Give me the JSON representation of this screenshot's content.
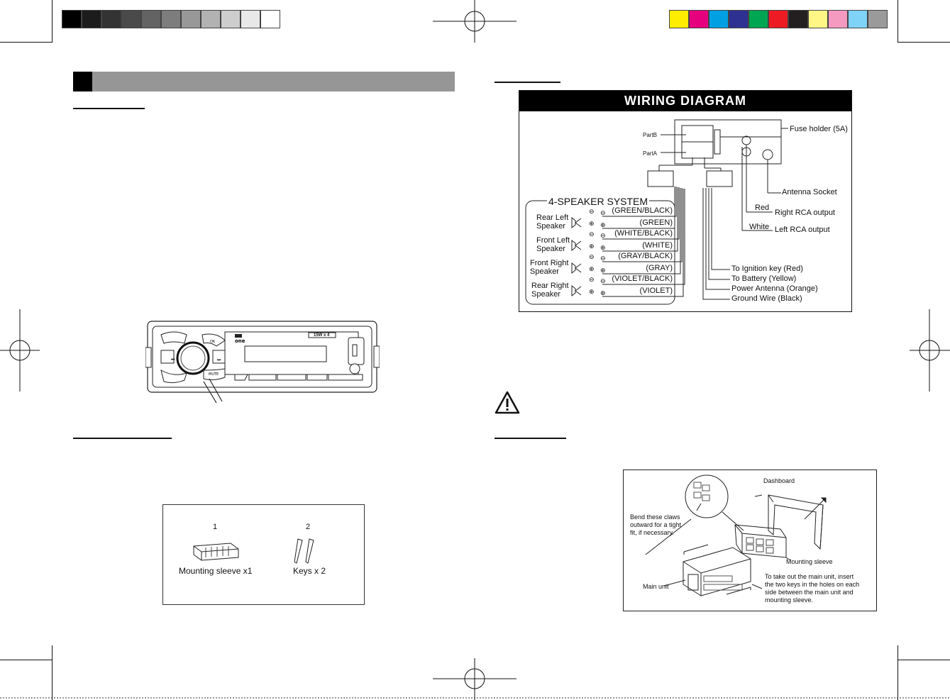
{
  "colors": {
    "gray_scale": [
      "#000000",
      "#1c1c1c",
      "#333333",
      "#4a4a4a",
      "#636363",
      "#7d7d7d",
      "#989898",
      "#b2b2b2",
      "#cdcdcd",
      "#e8e8e8",
      "#ffffff"
    ],
    "color_bar": [
      "#ffed00",
      "#e6007e",
      "#00a0e3",
      "#2e3192",
      "#00a651",
      "#ed1c24",
      "#231f20",
      "#fff685",
      "#f49ac1",
      "#7fd3f7",
      "#9a9a9a"
    ],
    "section_bar": "#969696"
  },
  "wiring": {
    "title": "WIRING DIAGRAM",
    "part_b": "PartB",
    "part_a": "PartA",
    "fuse": "Fuse holder (5A)",
    "antenna_socket": "Antenna Socket",
    "red": "Red",
    "right_rca": "Right RCA output",
    "white": "White",
    "left_rca": "Left RCA output",
    "speaker_system": "4-SPEAKER SYSTEM",
    "speakers": [
      {
        "name_line1": "Rear Left",
        "name_line2": "Speaker",
        "neg": "(GREEN/BLACK)",
        "pos": "(GREEN)"
      },
      {
        "name_line1": "Front Left",
        "name_line2": "Speaker",
        "neg": "(WHITE/BLACK)",
        "pos": "(WHITE)"
      },
      {
        "name_line1": "Front Right",
        "name_line2": "Speaker",
        "neg": "(GRAY/BLACK)",
        "pos": "(GRAY)"
      },
      {
        "name_line1": "Rear Right",
        "name_line2": "Speaker",
        "neg": "(VIOLET/BLACK)",
        "pos": "(VIOLET)"
      }
    ],
    "power": [
      "To Ignition key (Red)",
      "To Battery (Yellow)",
      "Power Antenna (Orange)",
      "Ground Wire (Black)"
    ]
  },
  "radio": {
    "power_label": "15W x 4",
    "brand": "one"
  },
  "accessories": {
    "item1_num": "1",
    "item1_label": "Mounting sleeve x1",
    "item2_num": "2",
    "item2_label": "Keys x 2"
  },
  "install": {
    "dashboard": "Dashboard",
    "bend_claws": [
      "Bend these claws",
      "outward for a tight",
      "fit, if necessary."
    ],
    "mounting_sleeve": "Mounting sleeve",
    "main_unit": "Main unit",
    "take_out": [
      "To take out the main unit, insert",
      "the two keys in the holes on each",
      "side between the main unit and",
      "mounting sleeve."
    ]
  }
}
